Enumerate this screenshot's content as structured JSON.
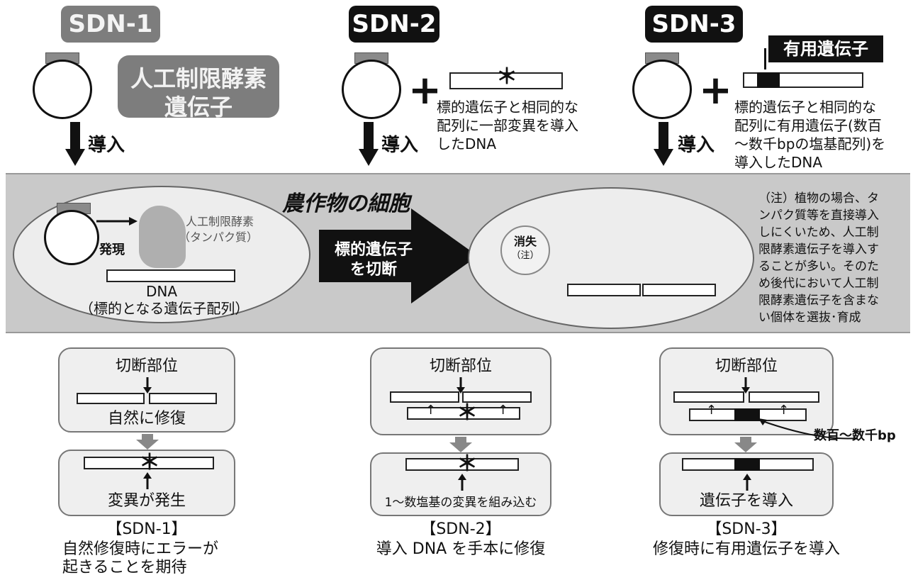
{
  "sdn1": {
    "badge": "SDN-1",
    "enzyme_line1": "人工制限酵素",
    "enzyme_line2": "遺伝子",
    "intro": "導入"
  },
  "sdn2": {
    "badge": "SDN-2",
    "desc_line1": "標的遺伝子と相同的な",
    "desc_line2": "配列に一部変異を導入",
    "desc_line3": "したDNA",
    "intro": "導入",
    "star": "＊"
  },
  "sdn3": {
    "badge": "SDN-3",
    "useful_gene": "有用遺伝子",
    "desc_line1": "標的遺伝子と相同的な",
    "desc_line2": "配列に有用遺伝子(数百",
    "desc_line3": "～数千bpの塩基配列)を",
    "desc_line4": "導入したDNA",
    "intro": "導入"
  },
  "cell": {
    "title": "農作物の細胞",
    "express": "発現",
    "protein_line1": "人工制限酵素",
    "protein_line2": "（タンパク質）",
    "dna_label": "DNA",
    "dna_sub": "（標的となる遺伝子配列）",
    "arrow_line1": "標的遺伝子",
    "arrow_line2": "を切断",
    "vanish": "消失",
    "vanish_note": "（注）",
    "note_lines": [
      "（注）植物の場合、タ",
      "ンパク質等を直接導入",
      "しにくいため、人工制",
      "限酵素遺伝子を導入す",
      "ることが多い。そのた",
      "め後代において人工制",
      "限酵素遺伝子を含まな",
      "い個体を選抜･育成"
    ]
  },
  "panels": {
    "cut_site": "切断部位",
    "p1_repair": "自然に修復",
    "p1_result": "変異が発生",
    "p2_result": "1～数塩基の変異を組み込む",
    "p3_result": "遺伝子を導入",
    "bp_label": "数百～数千bp",
    "star": "＊"
  },
  "captions": {
    "c1_title": "【SDN-1】",
    "c1_line1": "自然修復時にエラーが",
    "c1_line2": "起きることを期待",
    "c2_title": "【SDN-2】",
    "c2_line1": "導入 DNA を手本に修復",
    "c3_title": "【SDN-3】",
    "c3_line1": "修復時に有用遺伝子を導入"
  },
  "colors": {
    "band": "#c9c9c9",
    "card": "#efefef",
    "badge_grey": "#7d7d7d",
    "badge_dark": "#111111"
  }
}
